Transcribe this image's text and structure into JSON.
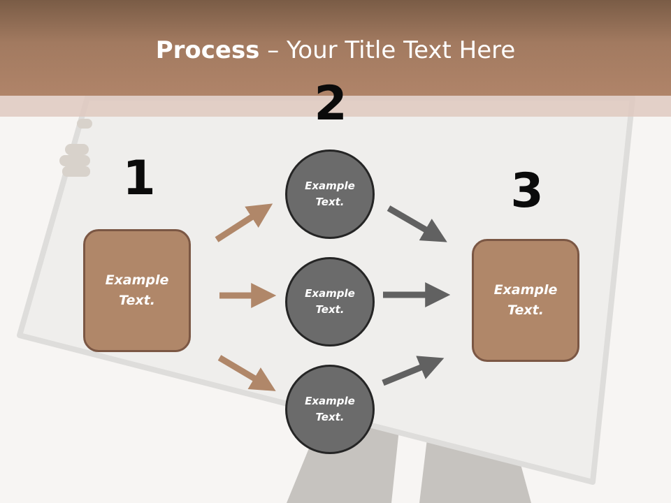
{
  "title": {
    "bold": "Process",
    "rest": " – Your Title Text Here"
  },
  "steps": [
    {
      "number": "1",
      "text": "Example Text."
    },
    {
      "number": "2",
      "items": [
        "Example Text.",
        "Example Text.",
        "Example Text."
      ]
    },
    {
      "number": "3",
      "text": "Example Text."
    }
  ],
  "colors": {
    "header": "#a27a60",
    "box_fill": "#b08769",
    "box_border": "#7b5744",
    "circle_fill": "#6b6b6b",
    "arrow_brown": "#b08769",
    "arrow_gray": "#616161"
  }
}
